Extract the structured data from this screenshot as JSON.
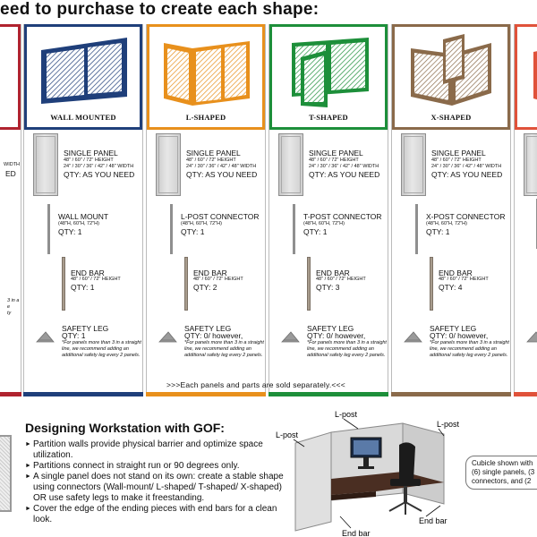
{
  "heading": "eed to purchase to create each shape:",
  "columns": [
    {
      "id": "partial-left",
      "color": "#b0232f",
      "label": "",
      "panel": {
        "title": "",
        "d1": "WIDTH",
        "d2": "",
        "qty": "ED"
      },
      "note": "3 in a\ne\nty"
    },
    {
      "id": "wall-mounted",
      "color": "#1f3f7a",
      "label": "WALL MOUNTED",
      "panel": {
        "title": "SINGLE PANEL",
        "d1": "48\" / 60\" / 72\" HEIGHT",
        "d2": "24\" / 30\" / 36\" / 42\" / 48\" WIDTH",
        "qty": "QTY: AS YOU NEED"
      },
      "connector": {
        "title": "WALL MOUNT",
        "d1": "(48\"H, 60\"H, 72\"H)",
        "qty": "QTY: 1"
      },
      "endbar": {
        "title": "END BAR",
        "d1": "48\" / 60\" / 72\" HEIGHT",
        "qty": "QTY: 1"
      },
      "leg": {
        "title": "SAFETY LEG",
        "qty": "QTY: 1",
        "note": "*For panels more than 3 in a straight line, we recommend adding an additional safety leg every 2 panels."
      }
    },
    {
      "id": "l-shaped",
      "color": "#e8901c",
      "label": "L-SHAPED",
      "panel": {
        "title": "SINGLE PANEL",
        "d1": "48\" / 60\" / 72\" HEIGHT",
        "d2": "24\" / 30\" / 36\" / 42\" / 48\" WIDTH",
        "qty": "QTY: AS YOU NEED"
      },
      "connector": {
        "title": "L-POST CONNECTOR",
        "d1": "(48\"H, 60\"H, 72\"H)",
        "qty": "QTY: 1"
      },
      "endbar": {
        "title": "END BAR",
        "d1": "48\" / 60\" / 72\" HEIGHT",
        "qty": "QTY: 2"
      },
      "leg": {
        "title": "SAFETY LEG",
        "qty": "QTY: 0/ however,",
        "note": "*For panels more than 3 in a straight line, we recommend adding an additional safety leg every 2 panels."
      }
    },
    {
      "id": "t-shaped",
      "color": "#1d8f3a",
      "label": "T-SHAPED",
      "panel": {
        "title": "SINGLE PANEL",
        "d1": "48\" / 60\" / 72\" HEIGHT",
        "d2": "24\" / 30\" / 36\" / 42\" / 48\" WIDTH",
        "qty": "QTY: AS YOU NEED"
      },
      "connector": {
        "title": "T-POST CONNECTOR",
        "d1": "(48\"H, 60\"H, 72\"H)",
        "qty": "QTY: 1"
      },
      "endbar": {
        "title": "END BAR",
        "d1": "48\" / 60\" / 72\" HEIGHT",
        "qty": "QTY: 3"
      },
      "leg": {
        "title": "SAFETY LEG",
        "qty": "QTY: 0/ however,",
        "note": "*For panels more than 3 in a straight line, we recommend adding an additional safety leg every 2 panels."
      }
    },
    {
      "id": "x-shaped",
      "color": "#8a6a4a",
      "label": "X-SHAPED",
      "panel": {
        "title": "SINGLE PANEL",
        "d1": "48\" / 60\" / 72\" HEIGHT",
        "d2": "24\" / 30\" / 36\" / 42\" / 48\" WIDTH",
        "qty": "QTY: AS YOU NEED"
      },
      "connector": {
        "title": "X-POST CONNECTOR",
        "d1": "(48\"H, 60\"H, 72\"H)",
        "qty": "QTY: 1"
      },
      "endbar": {
        "title": "END BAR",
        "d1": "48\" / 60\" / 72\" HEIGHT",
        "qty": "QTY: 4"
      },
      "leg": {
        "title": "SAFETY LEG",
        "qty": "QTY: 0/ however,",
        "note": "*For panels more than 3 in a straight line, we recommend adding an additional safety leg every 2 panels."
      }
    },
    {
      "id": "partial-right",
      "color": "#e0523a",
      "label": ""
    }
  ],
  "sold_note": ">>>Each panels and parts are sold separately.<<<",
  "gof": {
    "title": "Designing Workstation with GOF:",
    "bullets": [
      "Partition walls provide physical barrier and optimize space utilization.",
      "Partitions connect in straight run or 90 degrees only.",
      "A single panel does not stand on its own: create a stable shape using connectors (Wall-mount/ L-shaped/ T-shaped/ X-shaped) OR use safety legs to make it freestanding.",
      "Cover the edge of the ending pieces with end bars for a clean look."
    ]
  },
  "workstation": {
    "labels": {
      "lpost_top": "L-post",
      "lpost_left": "L-post",
      "lpost_right": "L-post",
      "endbar_right": "End bar",
      "endbar_bottom": "End bar"
    }
  },
  "callout": {
    "line1": "Cubicle shown with",
    "line2": "(6) single panels, (3",
    "line3": "connectors, and (2"
  }
}
